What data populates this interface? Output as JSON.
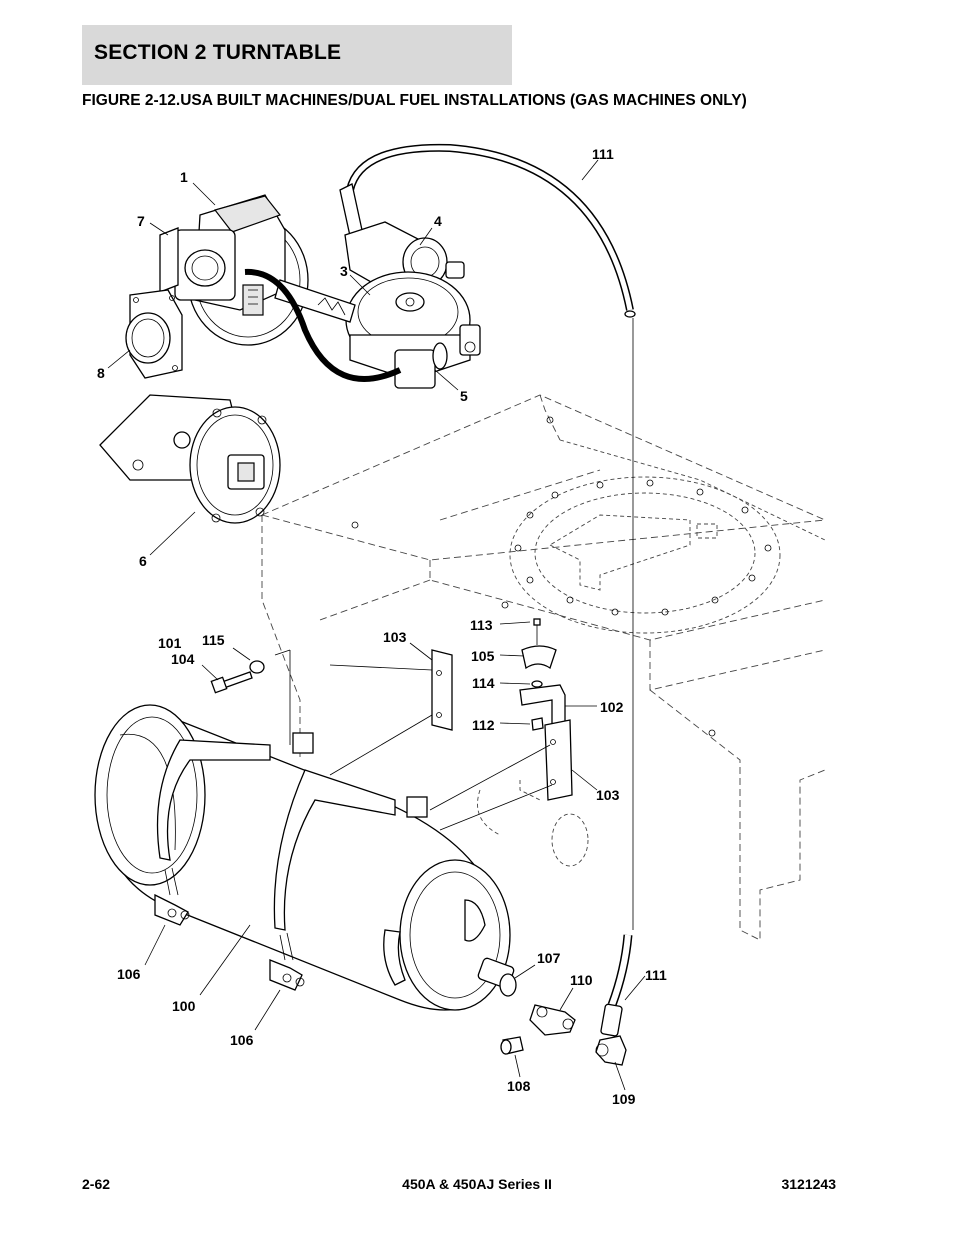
{
  "header": {
    "section": "SECTION 2   TURNTABLE",
    "figure_title": "FIGURE 2-12.USA BUILT MACHINES/DUAL FUEL INSTALLATIONS (GAS MACHINES ONLY)"
  },
  "callouts": [
    {
      "id": "c1",
      "text": "1"
    },
    {
      "id": "c7",
      "text": "7"
    },
    {
      "id": "c8",
      "text": "8"
    },
    {
      "id": "c4",
      "text": "4"
    },
    {
      "id": "c3",
      "text": "3"
    },
    {
      "id": "c5",
      "text": "5"
    },
    {
      "id": "c6",
      "text": "6"
    },
    {
      "id": "c111a",
      "text": "111"
    },
    {
      "id": "c101",
      "text": "101"
    },
    {
      "id": "c115",
      "text": "115"
    },
    {
      "id": "c104",
      "text": "104"
    },
    {
      "id": "c103a",
      "text": "103"
    },
    {
      "id": "c113",
      "text": "113"
    },
    {
      "id": "c105",
      "text": "105"
    },
    {
      "id": "c114",
      "text": "114"
    },
    {
      "id": "c102",
      "text": "102"
    },
    {
      "id": "c112",
      "text": "112"
    },
    {
      "id": "c103b",
      "text": "103"
    },
    {
      "id": "c106a",
      "text": "106"
    },
    {
      "id": "c100",
      "text": "100"
    },
    {
      "id": "c106b",
      "text": "106"
    },
    {
      "id": "c107",
      "text": "107"
    },
    {
      "id": "c110",
      "text": "110"
    },
    {
      "id": "c111b",
      "text": "111"
    },
    {
      "id": "c108",
      "text": "108"
    },
    {
      "id": "c109",
      "text": "109"
    }
  ],
  "footer": {
    "page": "2-62",
    "model": "450A & 450AJ Series II",
    "doc_number": "3121243"
  }
}
